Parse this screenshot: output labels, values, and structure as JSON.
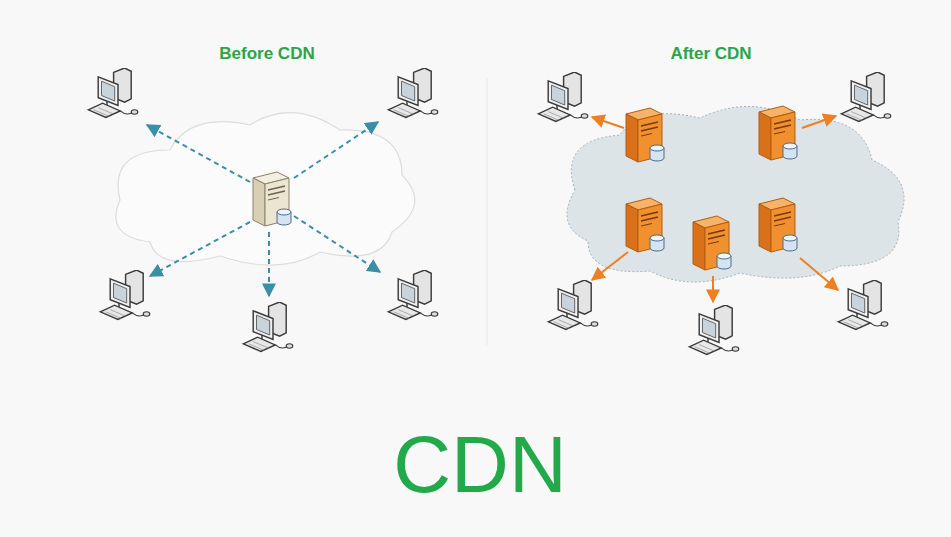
{
  "diagram": {
    "caption": "CDN",
    "labels": [
      "Before CDN",
      "After CDN"
    ]
  }
}
